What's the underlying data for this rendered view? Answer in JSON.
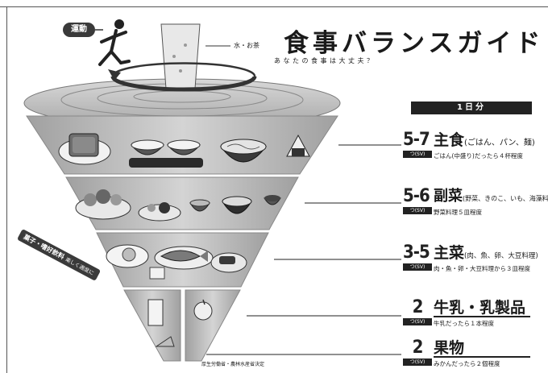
{
  "poster": {
    "title": "食事バランスガイド",
    "subtitle": "あなたの食事は大丈夫？",
    "exercise_label": "運動",
    "water_label": "水・お茶",
    "day_label": "1日分",
    "snack_label": "菓子・嗜好飲料",
    "snack_sub": "楽しく適度に",
    "credit": "厚生労働省・農林水産省決定"
  },
  "categories": [
    {
      "range": "5-7",
      "unit": "つ(SV)",
      "name": "主食",
      "name_sub": "(ごはん、パン、麺)",
      "description": "ごはん(中盛り)だったら４杯程度"
    },
    {
      "range": "5-6",
      "unit": "つ(SV)",
      "name": "副菜",
      "name_sub": "(野菜、きのこ、いも、海藻料理)",
      "description": "野菜料理５皿程度"
    },
    {
      "range": "3-5",
      "unit": "つ(SV)",
      "name": "主菜",
      "name_sub": "(肉、魚、卵、大豆料理)",
      "description": "肉・魚・卵・大豆料理から３皿程度"
    },
    {
      "range": "2",
      "unit": "つ(SV)",
      "name": "牛乳・乳製品",
      "name_sub": "",
      "description": "牛乳だったら１本程度"
    },
    {
      "range": "2",
      "unit": "つ(SV)",
      "name": "果物",
      "name_sub": "",
      "description": "みかんだったら２個程度"
    }
  ],
  "colors": {
    "tier": "#c8c8c8",
    "tier_dark": "#9a9a9a",
    "ink": "#1a1a1a",
    "badge": "#222222"
  },
  "icons": [
    "runner-icon",
    "water-glass-icon",
    "rotation-arrow-icon",
    "toast-icon",
    "rice-bowl-icon",
    "noodle-bowl-icon",
    "onigiri-icon",
    "salad-icon",
    "egg-icon",
    "fish-icon",
    "milk-glass-icon",
    "cheese-icon",
    "apple-icon"
  ]
}
